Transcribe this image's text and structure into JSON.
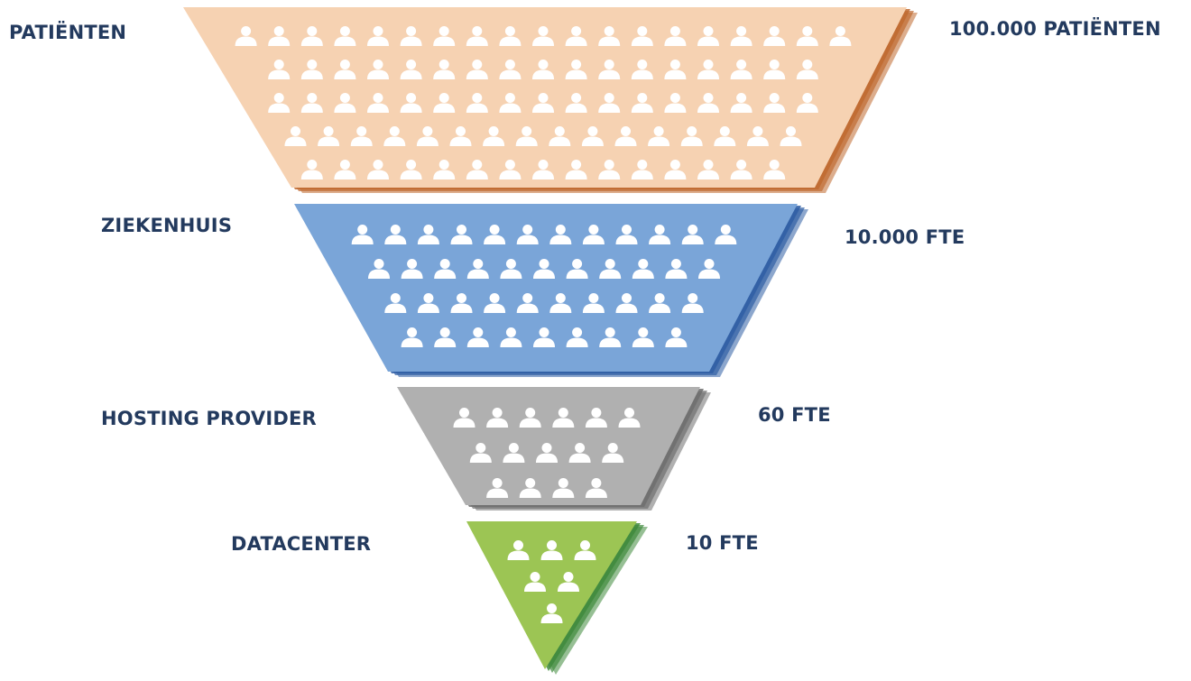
{
  "tiers": [
    {
      "label": "PATIËNTEN",
      "count": "100.000 PATIËNTEN",
      "color": "#f6d2b2",
      "shadow": "#bf6a30",
      "people_rows": [
        19,
        17,
        17,
        16,
        15
      ]
    },
    {
      "label": "ZIEKENHUIS",
      "count": "10.000 FTE",
      "color": "#7aa5d8",
      "shadow": "#2f5ea4",
      "people_rows": [
        12,
        11,
        10,
        9
      ]
    },
    {
      "label": "HOSTING PROVIDER",
      "count": "60 FTE",
      "color": "#b0b0b0",
      "shadow": "#6f6f6f",
      "people_rows": [
        6,
        5,
        4
      ]
    },
    {
      "label": "DATACENTER",
      "count": "10 FTE",
      "color": "#9cc554",
      "shadow": "#3f8a3c",
      "people_rows": [
        3,
        2,
        1
      ]
    }
  ],
  "icon": "person-icon"
}
